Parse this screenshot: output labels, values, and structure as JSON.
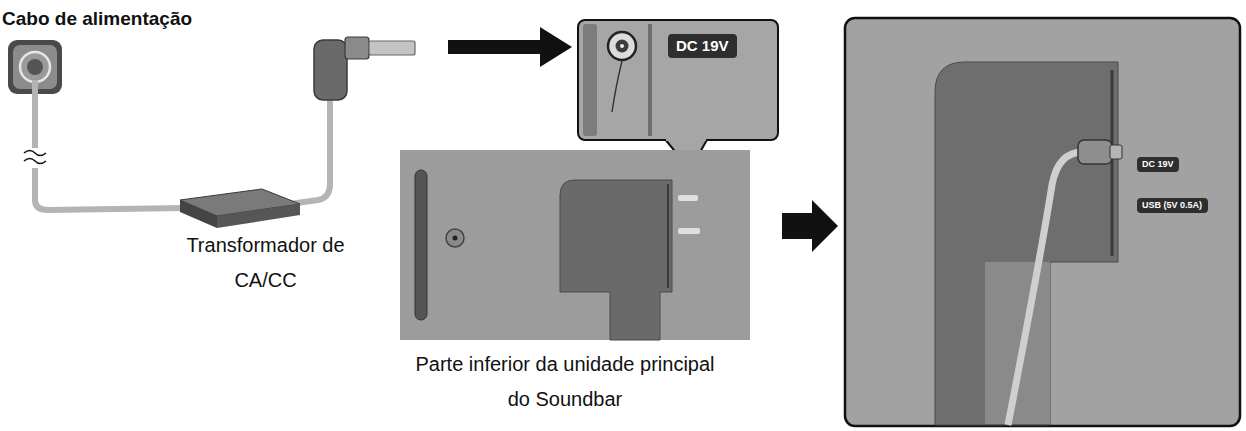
{
  "diagram": {
    "nodes": [
      {
        "text": [
          "DC 19V"
        ]
      },
      {
        "text": [
          "DC 19V"
        ]
      },
      {
        "text": [
          "USB (5V 0.5A)"
        ]
      }
    ],
    "labels": [
      "Cabo de alimentação",
      "Transformador de CA/CC",
      "Parte inferior da unidade principal do Soundbar"
    ]
  }
}
